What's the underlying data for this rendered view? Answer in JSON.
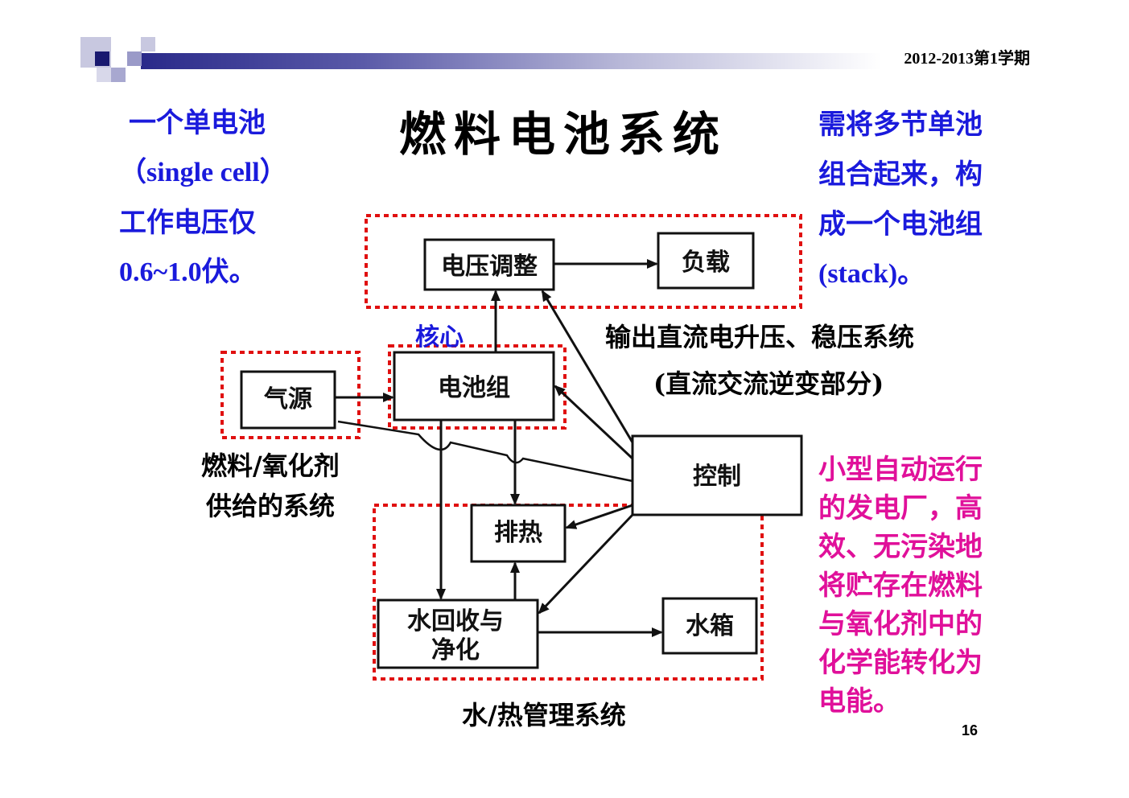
{
  "header": {
    "semester": "2012-2013第1学期"
  },
  "slide": {
    "title": "燃料电池系统",
    "page_number": "16",
    "left_note": [
      "一个单电池",
      "（single cell）",
      "工作电压仅",
      "0.6~1.0伏。"
    ],
    "right_note": [
      "需将多节单池",
      "组合起来，构",
      "成一个电池组",
      "(stack)。"
    ],
    "magenta_note": [
      "小型自动运行",
      "的发电厂，高",
      "效、无污染地",
      "将贮存在燃料",
      "与氧化剂中的",
      "化学能转化为",
      "电能。"
    ],
    "core_label": "核心",
    "output_system": [
      "输出直流电升压、稳压系统",
      "(直流交流逆变部分)"
    ],
    "fuel_system": [
      "燃料/氧化剂",
      "供给的系统"
    ],
    "water_heat_system": "水/热管理系统"
  },
  "diagram": {
    "boxes": {
      "voltage_regulation": "电压调整",
      "load": "负载",
      "gas_source": "气源",
      "stack": "电池组",
      "control": "控制",
      "heat_exhaust": "排热",
      "water_recovery_line1": "水回收与",
      "water_recovery_line2": "净化",
      "water_tank": "水箱"
    },
    "colors": {
      "dashed_frame": "#e01010",
      "lines": "#111111"
    }
  }
}
